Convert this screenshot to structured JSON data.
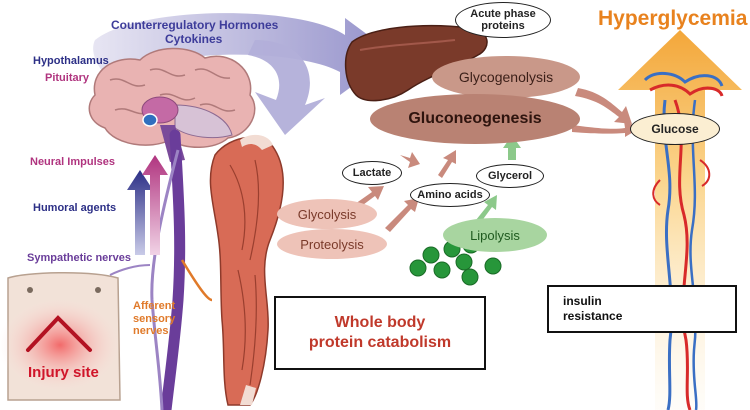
{
  "title": "Hyperglycemia",
  "hormones": {
    "line1": "Counterregulatory Hormones",
    "line2": "Cytokines"
  },
  "brain": {
    "hypothalamus": "Hypothalamus",
    "pituitary": "Pituitary"
  },
  "signals": {
    "neural": "Neural Impulses",
    "humoral": "Humoral agents",
    "sympathetic": "Sympathetic nerves",
    "afferent": [
      "Afferent",
      "sensory",
      "nerves"
    ]
  },
  "injury": "Injury site",
  "liver": {
    "acute_phase": [
      "Acute phase",
      "proteins"
    ],
    "glycogenolysis": "Glycogenolysis",
    "gluconeogenesis": "Gluconeogenesis",
    "glucose": "Glucose"
  },
  "substrates": {
    "lactate": "Lactate",
    "amino_acids": "Amino acids",
    "glycerol": "Glycerol",
    "glycolysis": "Glycolysis",
    "proteolysis": "Proteolysis",
    "lipolysis": "Lipolysis"
  },
  "catabolism": [
    "Whole body",
    "protein catabolism"
  ],
  "insulin": [
    "insulin",
    "resistance"
  ],
  "colors": {
    "title_orange": "#e8821e",
    "hormone_blue": "#3d3c9a",
    "neural_magenta": "#b0347f",
    "humoral_navy": "#2c2f86",
    "sympathetic_purple": "#6a3d9a",
    "afferent_orange": "#e07a2a",
    "injury_red": "#d0152a",
    "catabolism_red": "#c0392b",
    "liver_brown": "#7a3a2a",
    "process_pink": "#e9b1a2",
    "lipolysis_green": "#a8d5a0"
  }
}
